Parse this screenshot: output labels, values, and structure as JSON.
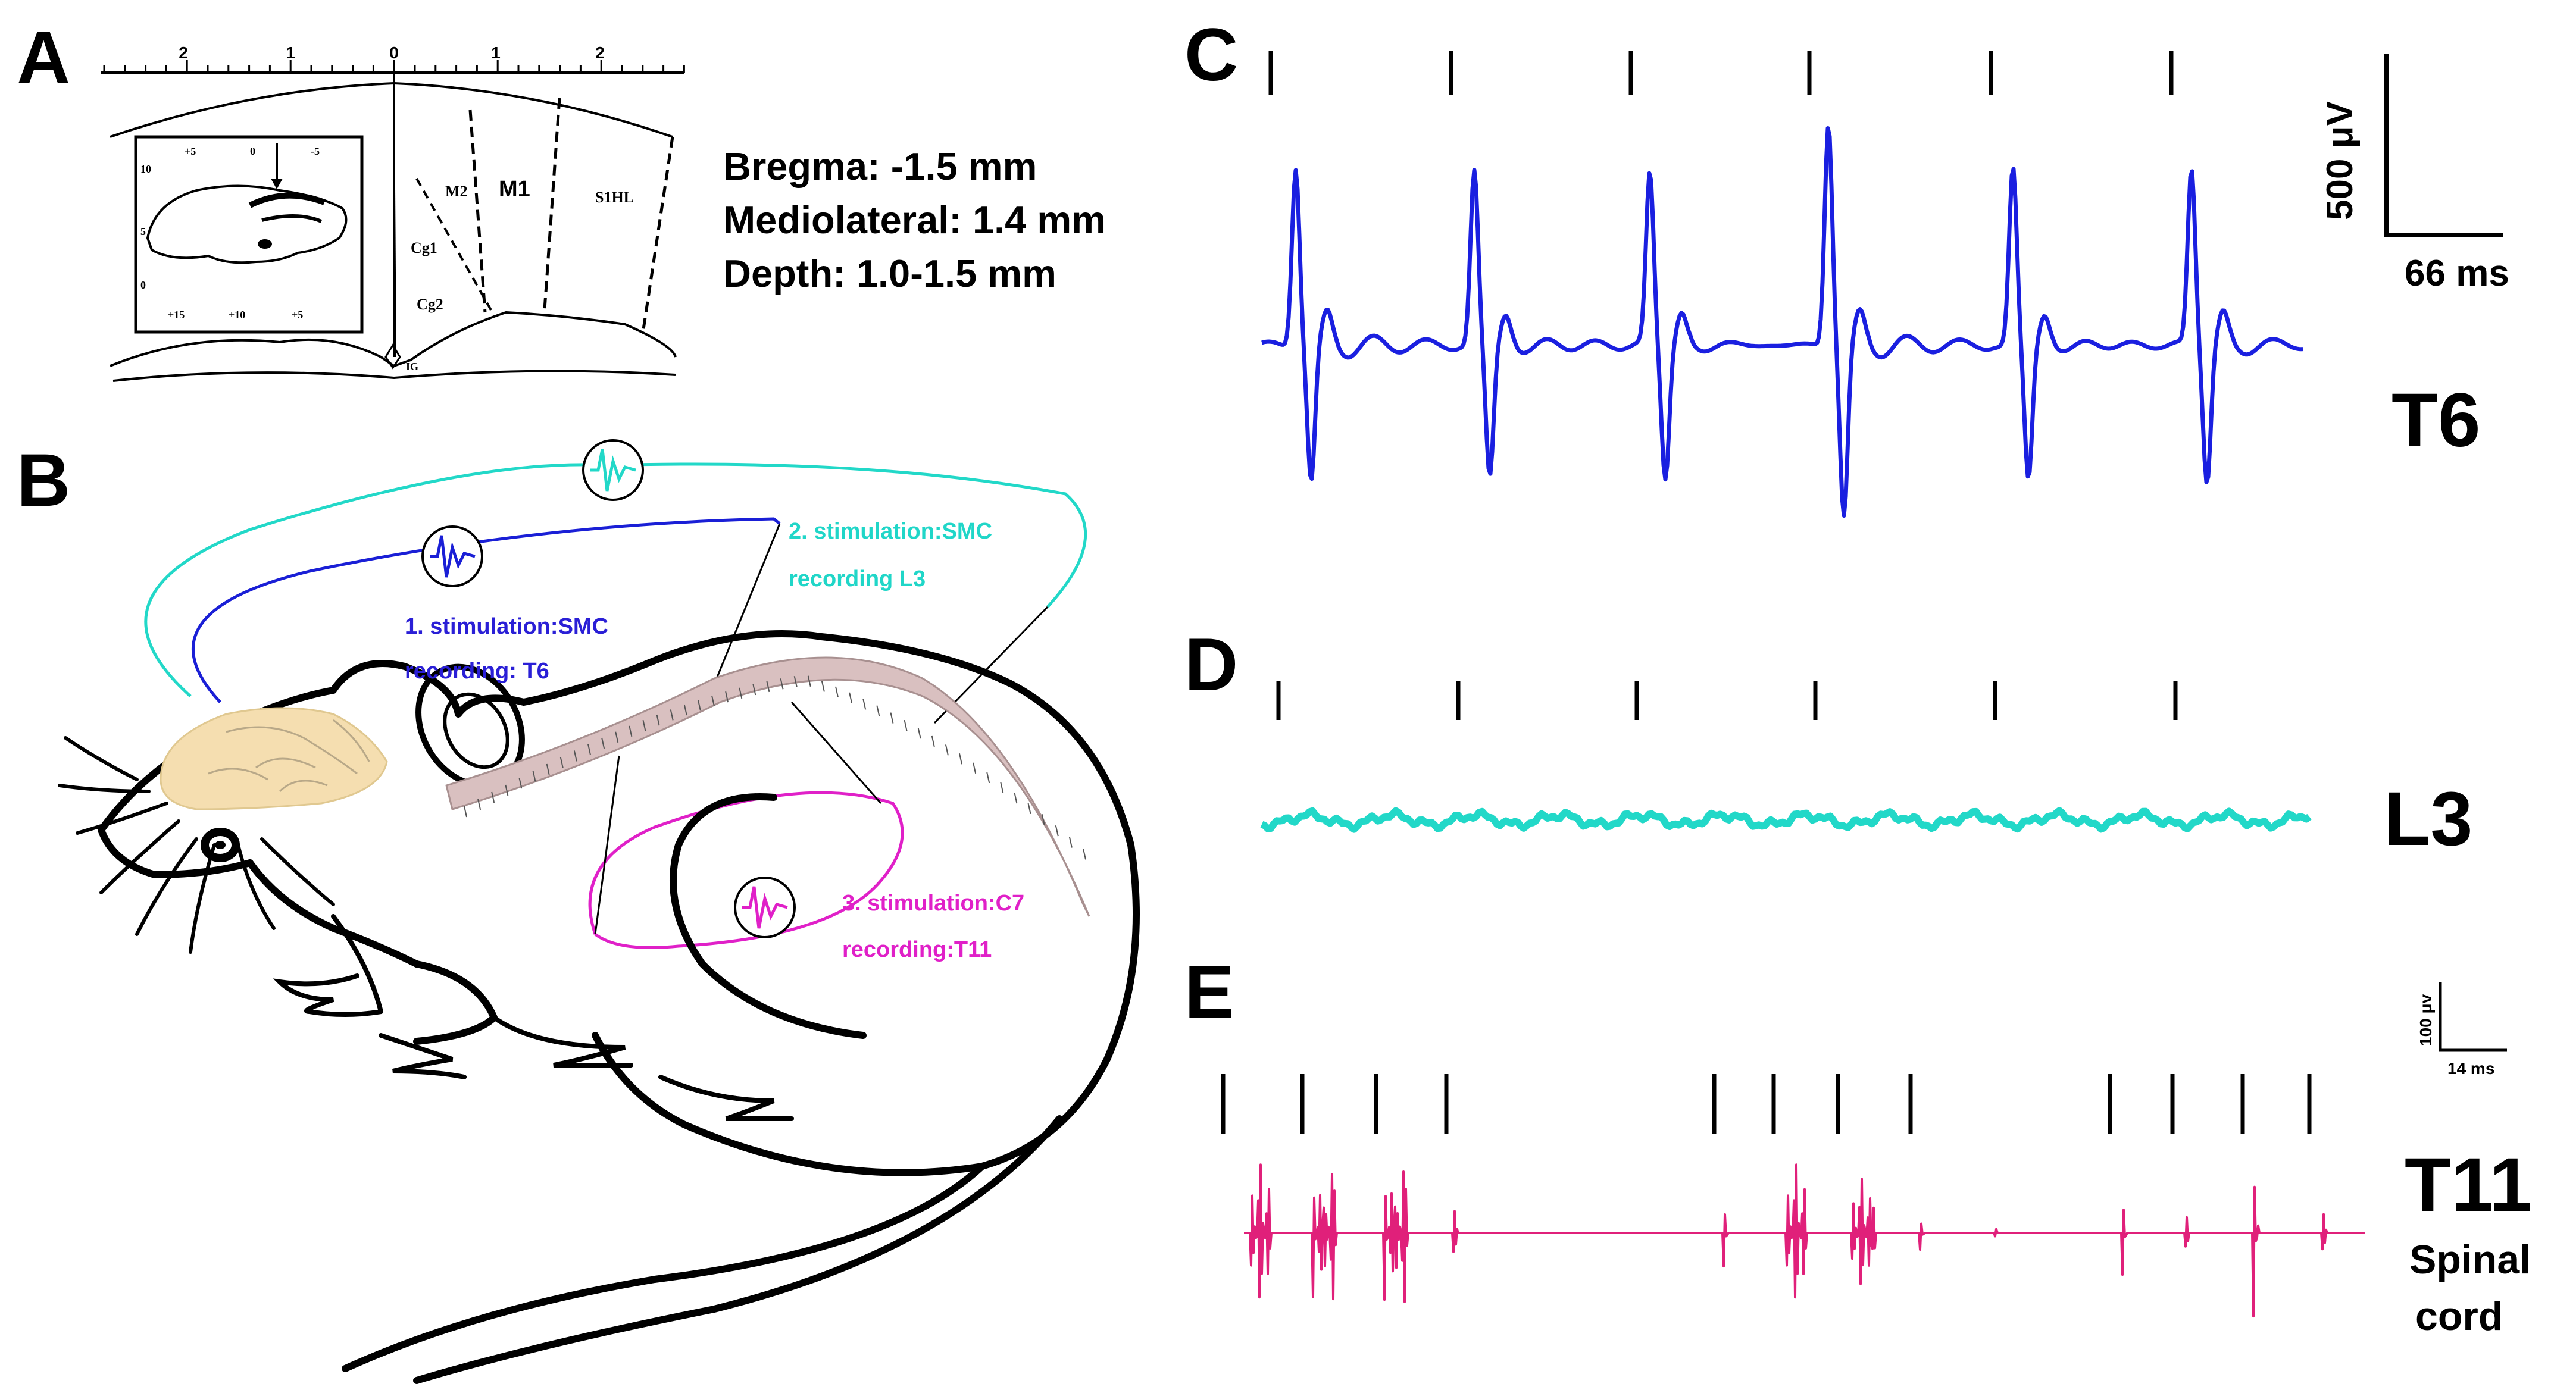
{
  "panels": {
    "a": "A",
    "b": "B",
    "c": "C",
    "d": "D",
    "e": "E"
  },
  "coordinates": {
    "bregma": "Bregma: -1.5 mm",
    "mediolateral": "Mediolateral: 1.4 mm",
    "depth": "Depth: 1.0-1.5 mm"
  },
  "ruler": {
    "labels": [
      "2",
      "1",
      "0",
      "1",
      "2"
    ]
  },
  "atlas": {
    "m1": "M1",
    "m2": "M2",
    "cg1": "Cg1",
    "cg2": "Cg2",
    "s1hl": "S1HL",
    "ig": "IG",
    "sagittal_left": [
      "10",
      "5",
      "0"
    ],
    "sagittal_bottom": [
      "+15",
      "+10",
      "+5"
    ],
    "sagittal_top": [
      "+5",
      "0",
      "-5"
    ]
  },
  "stimulations": {
    "one_line1": "1. stimulation:SMC",
    "one_line2": "recording: T6",
    "two_line1": "2. stimulation:SMC",
    "two_line2": "recording L3",
    "three_line1": "3.  stimulation:C7",
    "three_line2": "recording:T11"
  },
  "traces": {
    "c_label": "T6",
    "d_label": "L3",
    "e_label": "T11",
    "e_sub1": "Spinal",
    "e_sub2": "cord"
  },
  "scales": {
    "large_v": "500 μV",
    "large_t": "66 ms",
    "small_v": "100 μv",
    "small_t": "14 ms"
  },
  "colors": {
    "t6": "#1a1fe0",
    "l3": "#22d8c8",
    "t11": "#e0207a",
    "stim_blue": "#2a1fd6",
    "stim_cyan": "#20d6c8",
    "stim_mag": "#e020c8",
    "brain": "#f5deb0",
    "spinal": "#d9c0c0"
  }
}
